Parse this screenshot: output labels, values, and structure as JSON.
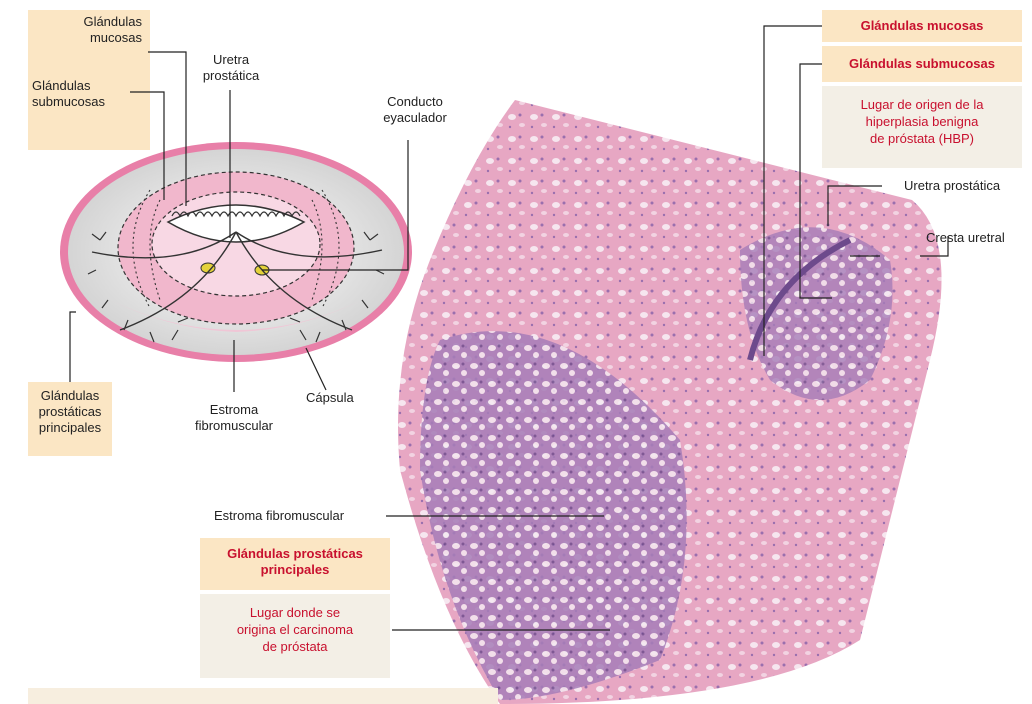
{
  "diagram": {
    "labels": {
      "glandulas_mucosas_left": "Glándulas\nmucosas",
      "glandulas_submucosas_left": "Glándulas\nsubmucosas",
      "uretra_prostatica_diagram": "Uretra\nprostática",
      "conducto_eyaculador": "Conducto\neyaculador",
      "glandulas_prostaticas_principales_left": "Glándulas\nprostáticas\nprincipales",
      "estroma_fibromuscular_diagram": "Estroma\nfibromuscular",
      "capsula": "Cápsula"
    }
  },
  "micrograph": {
    "labels": {
      "glandulas_mucosas": "Glándulas mucosas",
      "glandulas_submucosas": "Glándulas submucosas",
      "hbp_note": "Lugar de origen de la\nhiperplasia benigna\nde próstata (HBP)",
      "uretra_prostatica": "Uretra prostática",
      "cresta_uretral": "Cresta uretral",
      "estroma_fibromuscular": "Estroma fibromuscular",
      "glandulas_prostaticas_principales": "Glándulas prostáticas\nprincipales",
      "carcinoma_note": "Lugar donde se\norigina el carcinoma\nde próstata"
    }
  },
  "colors": {
    "label_box": "#fbe6c4",
    "note_box": "#f3efe6",
    "accent_red": "#c8102e",
    "tissue_pink": "#e7a7c3",
    "tissue_purple": "#8d6aa8"
  }
}
